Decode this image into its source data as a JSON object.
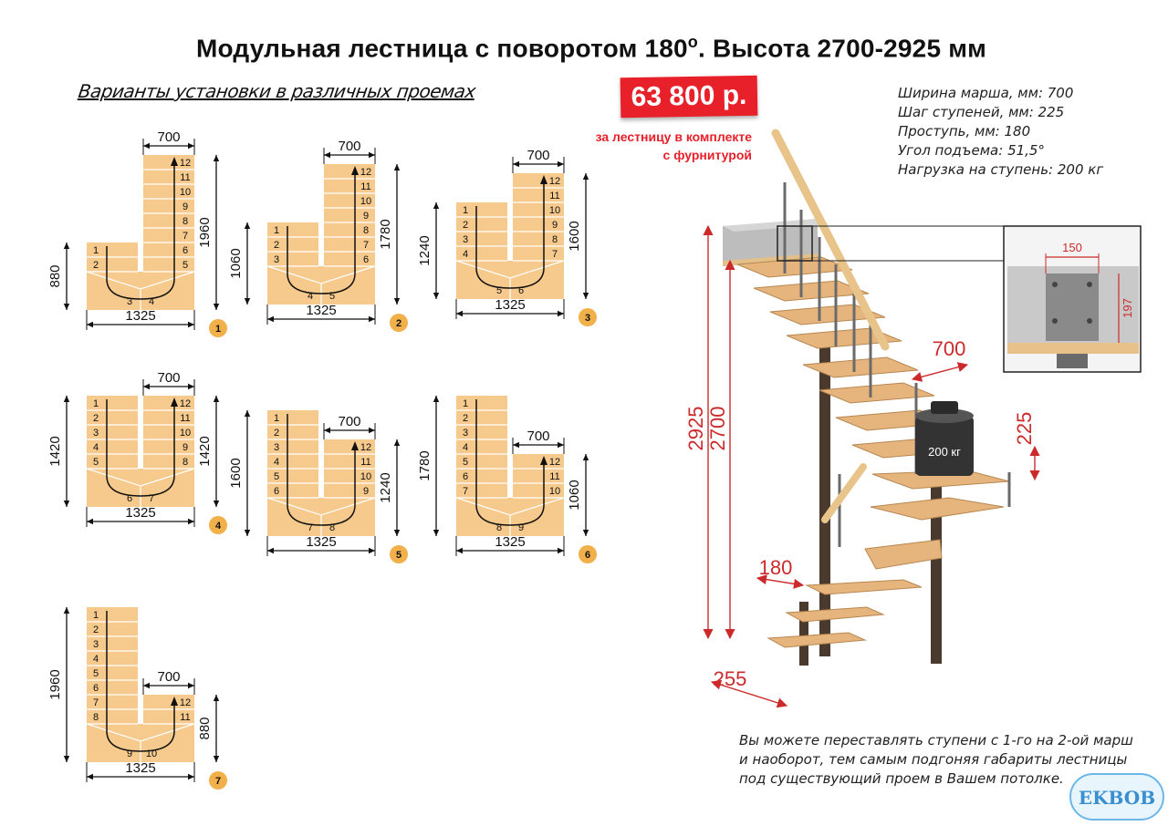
{
  "header": {
    "title_main": "Модульная лестница с поворотом 180",
    "title_deg": "o",
    "title_rest": ". Высота 2700-2925 мм",
    "subtitle": "Варианты установки в различных проемах"
  },
  "price": {
    "amount": "63 800 р.",
    "note_line1": "за лестницу в комплекте",
    "note_line2": "с фурнитурой"
  },
  "specs": [
    "Ширина марша, мм: 700",
    "Шаг ступеней, мм: 225",
    "Проступь, мм: 180",
    "Угол подъема: 51,5°",
    "Нагрузка на ступень: 200 кг"
  ],
  "footnote": [
    "Вы можете переставлять ступени с 1-го на 2-ой марш",
    "и наоборот, тем самым подгоняя габариты лестницы",
    "под существующий проем в Вашем потолке."
  ],
  "logo": "EKBOB",
  "colors": {
    "step_fill": "#f6c98c",
    "accent_red": "#e8202a",
    "badge_orange": "#f2b04a",
    "dim_red": "#cc2a2a"
  },
  "variants": [
    {
      "num": "1",
      "width": "1325",
      "march_width": "700",
      "left_height": "880",
      "right_height": "1960",
      "left_steps": [
        "1",
        "2"
      ],
      "right_steps": [
        "5",
        "6",
        "7",
        "8",
        "9",
        "10",
        "11",
        "12"
      ],
      "turn_steps": [
        "3",
        "4"
      ]
    },
    {
      "num": "2",
      "width": "1325",
      "march_width": "700",
      "left_height": "1060",
      "right_height": "1780",
      "left_steps": [
        "1",
        "2",
        "3"
      ],
      "right_steps": [
        "6",
        "7",
        "8",
        "9",
        "10",
        "11",
        "12"
      ],
      "turn_steps": [
        "4",
        "5"
      ]
    },
    {
      "num": "3",
      "width": "1325",
      "march_width": "700",
      "left_height": "1240",
      "right_height": "1600",
      "left_steps": [
        "1",
        "2",
        "3",
        "4"
      ],
      "right_steps": [
        "7",
        "8",
        "9",
        "10",
        "11",
        "12"
      ],
      "turn_steps": [
        "5",
        "6"
      ]
    },
    {
      "num": "4",
      "width": "1325",
      "march_width": "700",
      "left_height": "1420",
      "right_height": "1420",
      "left_steps": [
        "1",
        "2",
        "3",
        "4",
        "5"
      ],
      "right_steps": [
        "8",
        "9",
        "10",
        "11",
        "12"
      ],
      "turn_steps": [
        "6",
        "7"
      ]
    },
    {
      "num": "5",
      "width": "1325",
      "march_width": "700",
      "left_height": "1600",
      "right_height": "1240",
      "left_steps": [
        "1",
        "2",
        "3",
        "4",
        "5",
        "6"
      ],
      "right_steps": [
        "9",
        "10",
        "11",
        "12"
      ],
      "turn_steps": [
        "7",
        "8"
      ]
    },
    {
      "num": "6",
      "width": "1325",
      "march_width": "700",
      "left_height": "1780",
      "right_height": "1060",
      "left_steps": [
        "1",
        "2",
        "3",
        "4",
        "5",
        "6",
        "7"
      ],
      "right_steps": [
        "10",
        "11",
        "12"
      ],
      "turn_steps": [
        "8",
        "9"
      ]
    },
    {
      "num": "7",
      "width": "1325",
      "march_width": "700",
      "left_height": "1960",
      "right_height": "880",
      "left_steps": [
        "1",
        "2",
        "3",
        "4",
        "5",
        "6",
        "7",
        "8"
      ],
      "right_steps": [
        "11",
        "12"
      ],
      "turn_steps": [
        "9",
        "10"
      ]
    }
  ],
  "stair": {
    "dim_700": "700",
    "dim_225": "225",
    "dim_180": "180",
    "dim_255": "255",
    "dim_2925": "2925",
    "dim_2700": "2700",
    "weight_label": "200 кг",
    "inset_150": "150",
    "inset_197": "197"
  }
}
